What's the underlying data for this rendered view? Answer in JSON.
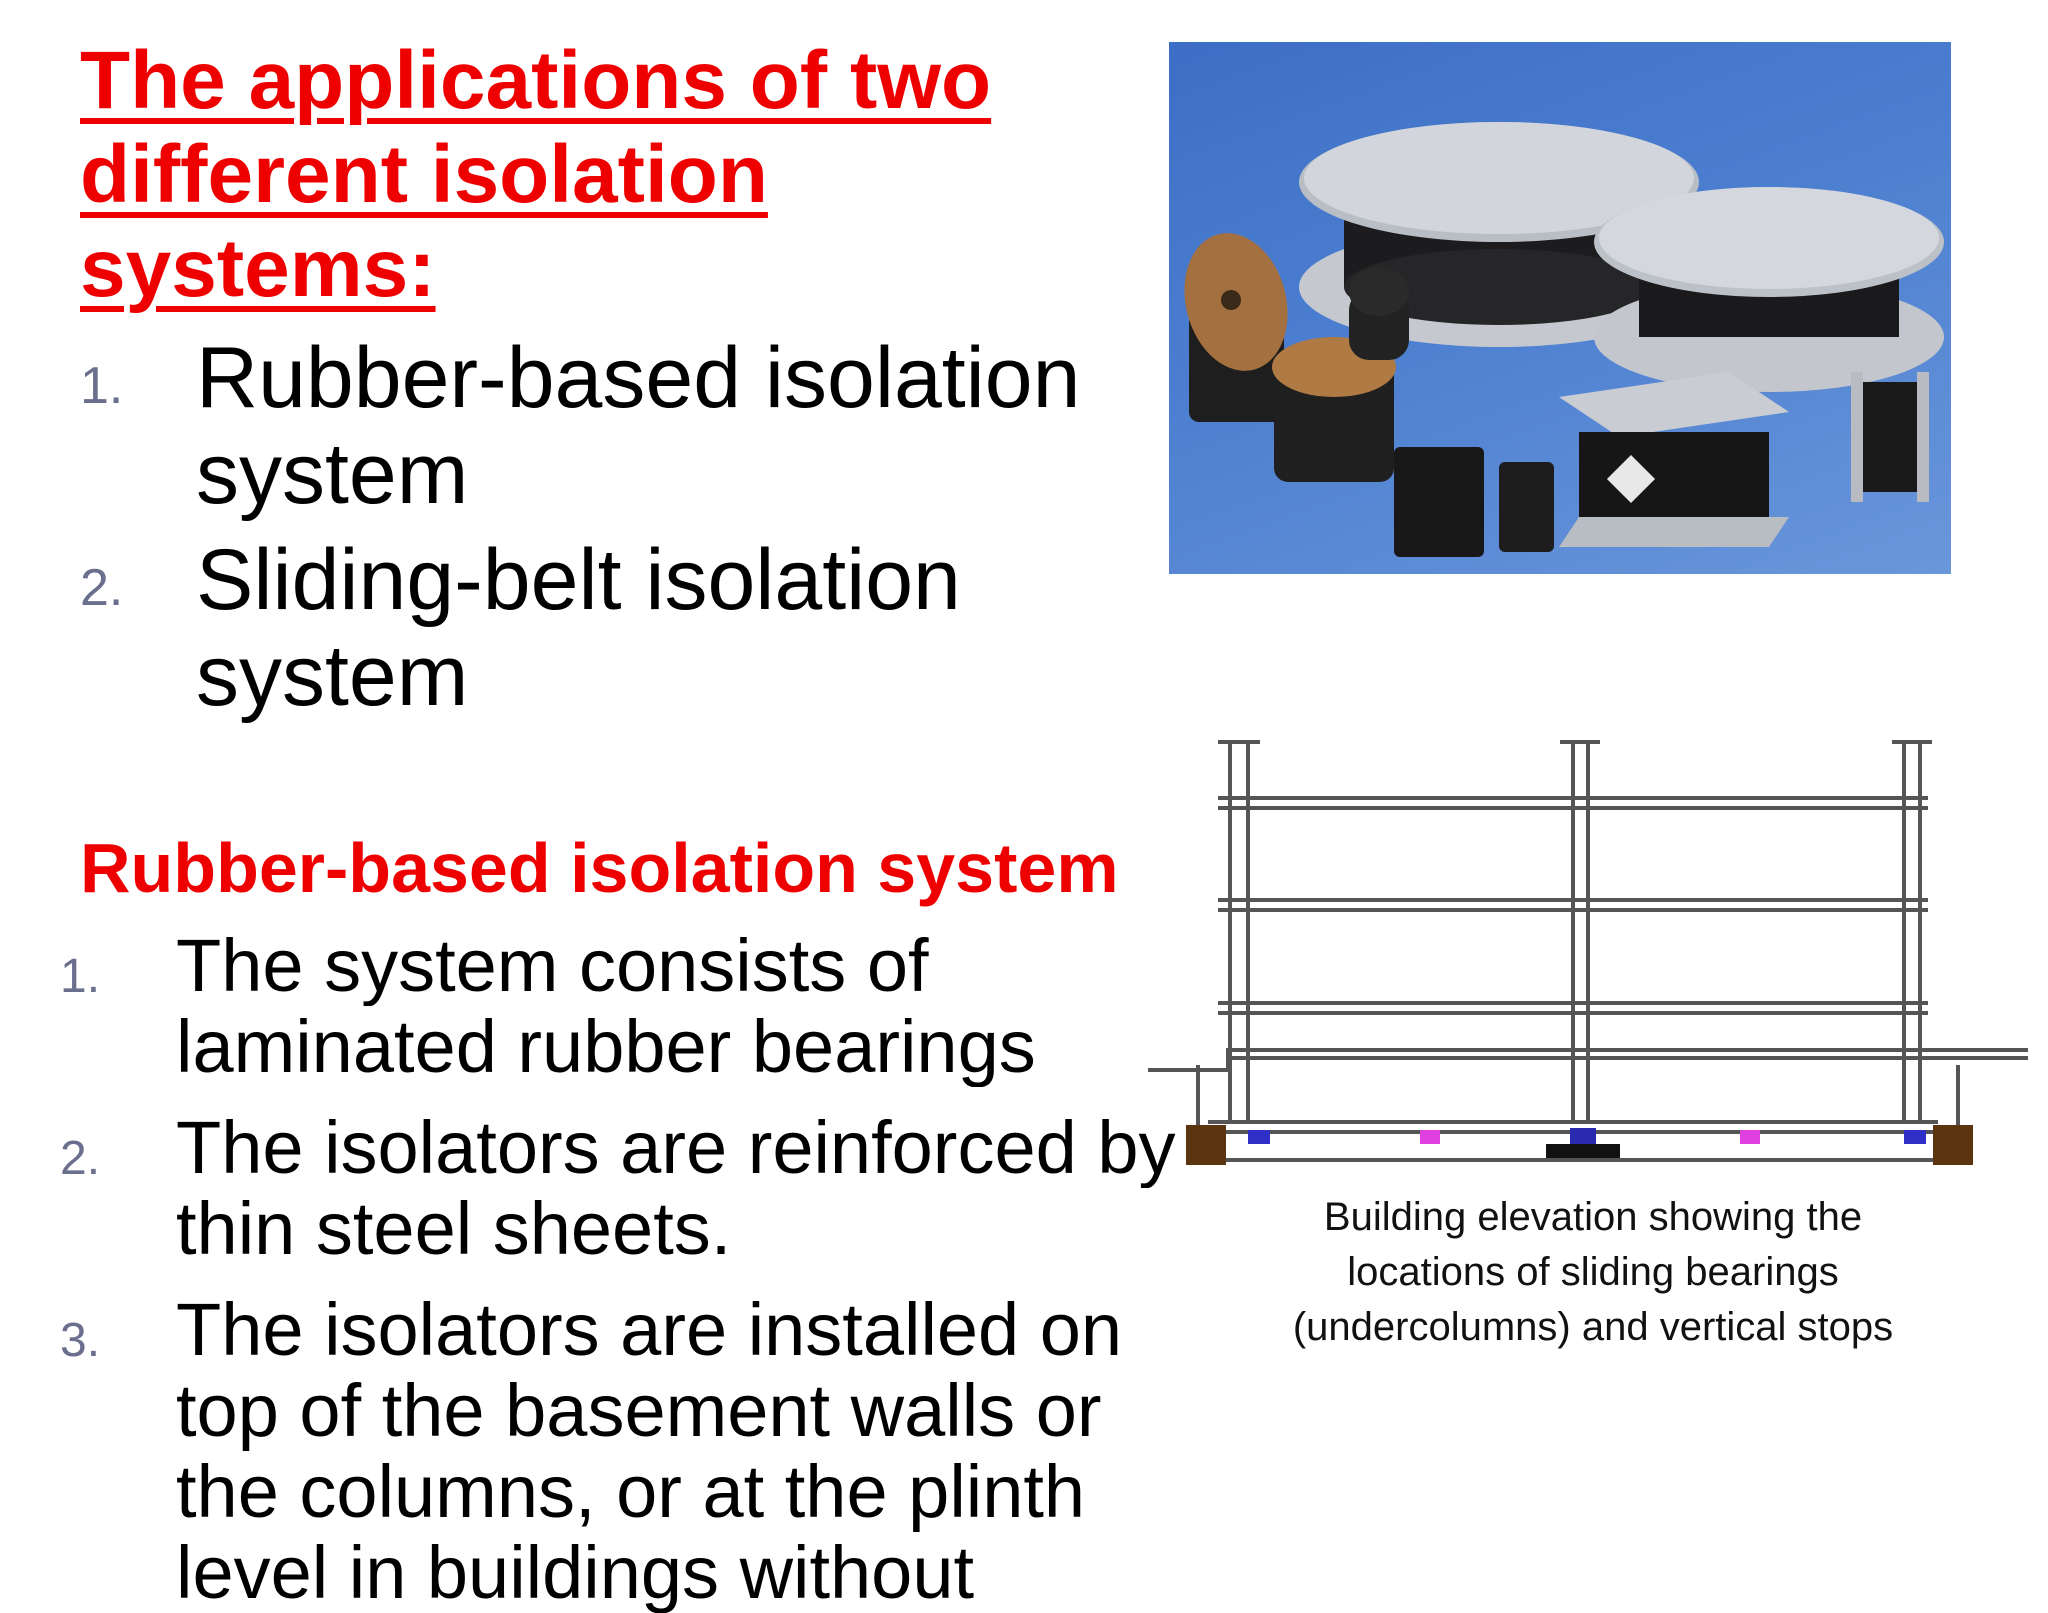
{
  "title": "The  applications of two different isolation systems:",
  "intro_list": [
    {
      "num": "1.",
      "text": "Rubber-based isolation system"
    },
    {
      "num": "2.",
      "text": "Sliding-belt isolation system"
    }
  ],
  "section": {
    "heading": "Rubber-based isolation system",
    "items": [
      {
        "num": "1.",
        "lines": [
          "The system consists of",
          "laminated rubber bearings"
        ]
      },
      {
        "num": "2.",
        "lines": [
          "The isolators are reinforced by",
          "thin steel sheets."
        ]
      },
      {
        "num": "3.",
        "lines": [
          "The isolators are installed on",
          "top of the basement walls or",
          "the columns, or at the plinth",
          "level in buildings without"
        ]
      }
    ]
  },
  "caption": "Building elevation showing the locations of sliding bearings (undercolumns) and vertical stops",
  "colors": {
    "heading_red": "#ee0000",
    "number_gray": "#6b6f8e",
    "photo_blue": "#4c7fd0"
  }
}
